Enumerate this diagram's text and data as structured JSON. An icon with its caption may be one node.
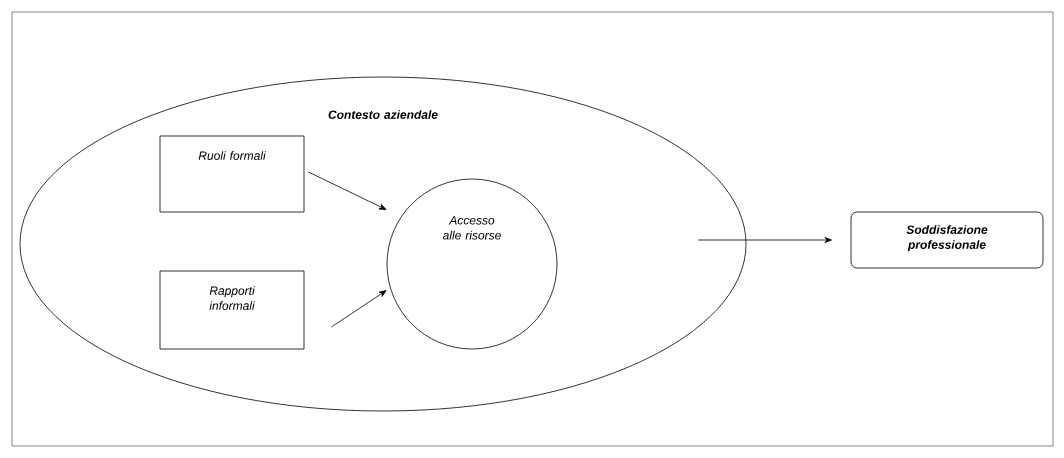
{
  "diagram": {
    "nodes": [
      {
        "text": [
          "Contesto aziendale"
        ]
      },
      {
        "text": [
          "Ruoli formali"
        ],
        "in": 0
      },
      {
        "text": [
          "Rapporti informali"
        ],
        "in": 0
      },
      {
        "text": [
          "Accesso alle risorse"
        ],
        "in": 0
      },
      {
        "text": [
          "Soddisfazione professionale"
        ]
      }
    ],
    "edges": [
      {
        "from": 1,
        "to": 3,
        "arrow": "to"
      },
      {
        "from": 2,
        "to": 3,
        "arrow": "to"
      },
      {
        "from": 0,
        "to": 4,
        "arrow": "to"
      }
    ]
  }
}
